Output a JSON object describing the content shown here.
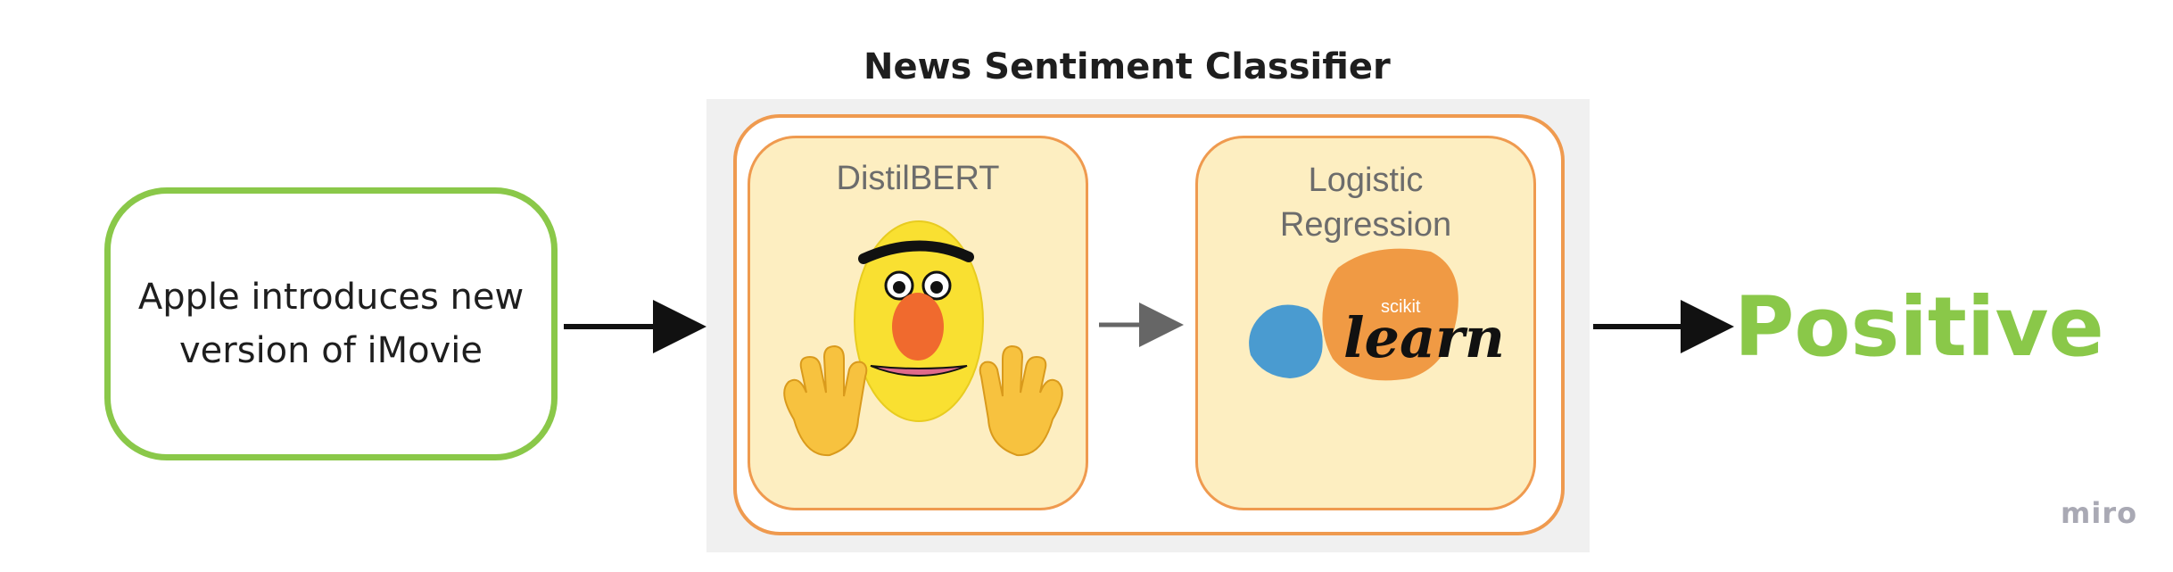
{
  "title": "News Sentiment Classifier",
  "input_text": "Apple introduces new version of iMovie",
  "models": {
    "first": "DistilBERT",
    "second_line1": "Logistic",
    "second_line2": "Regression",
    "sklearn_small": "scikit",
    "sklearn_big": "learn"
  },
  "output": "Positive",
  "watermark": "miro",
  "colors": {
    "green": "#8ac849",
    "orange_border": "#ef9a4f",
    "box_fill": "#fdeec1",
    "panel_gray": "#f0f0f0"
  },
  "icons": [
    "bert-muppet-face-icon",
    "waving-hand-icon",
    "sklearn-logo-icon",
    "arrow-right-icon"
  ]
}
